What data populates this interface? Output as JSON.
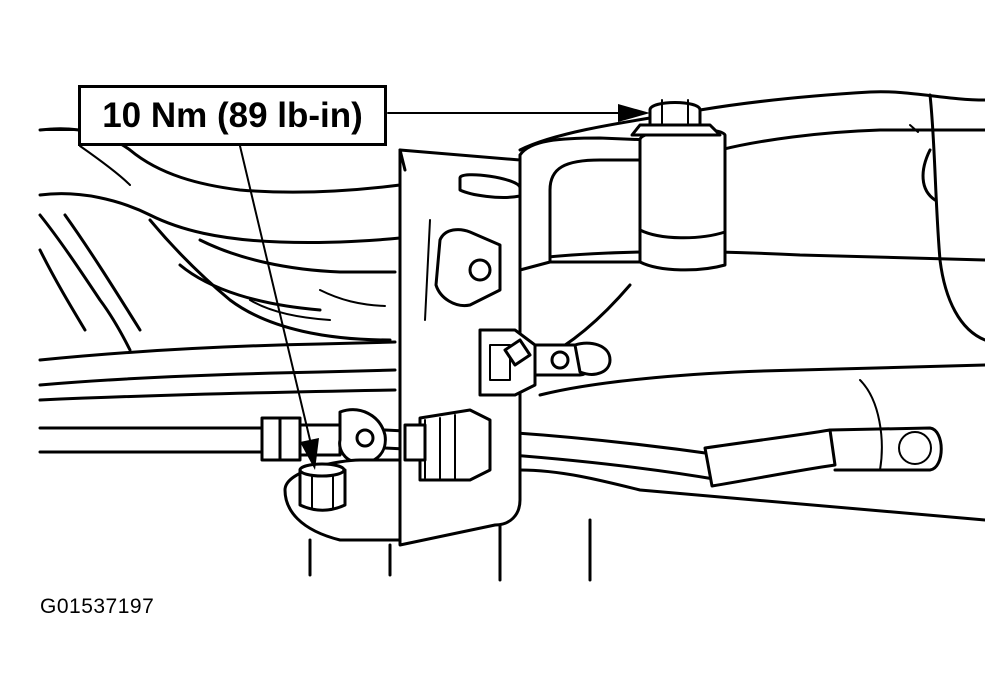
{
  "diagram": {
    "torque_callout": "10 Nm (89 lb-in)",
    "figure_id": "G01537197",
    "callout_targets": [
      "upper-bolt",
      "lower-bolt"
    ],
    "colors": {
      "ink": "#000000",
      "paper": "#ffffff"
    }
  }
}
